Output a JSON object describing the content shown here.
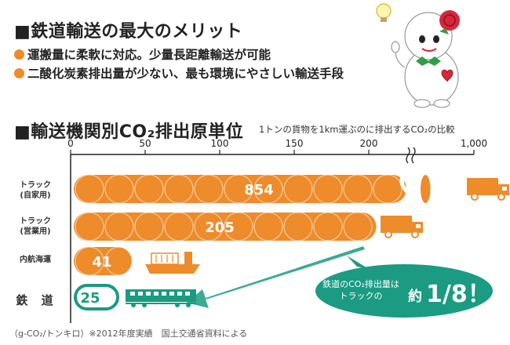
{
  "heading_merit": "■鉄道輸送の最大のメリット",
  "bullets": [
    "運搬量に柔軟に対応。少量長距離輸送が可能",
    "二酸化炭素排出量が少ない、最も環境にやさしい輸送手段"
  ],
  "heading_chart": "■輸送機関別CO₂排出原単位",
  "subtitle": "1トンの貨物を1km運ぶのに排出するCO₂の比較",
  "footnote": "（g-CO₂/トンキロ）※2012年度実績　国土交通省資料による",
  "callout": {
    "line1": "鉄道のCO₂排出量は",
    "line2": "トラックの",
    "emphasis_prefix": "約",
    "emphasis": "1/8！"
  },
  "colors": {
    "orange": "#ee8b2a",
    "teal": "#1a9b82",
    "dark_teal": "#0f7c66",
    "axis": "#222222"
  },
  "chart_data": {
    "type": "bar",
    "xlim": [
      0,
      1000
    ],
    "axis_break": [
      220,
      800
    ],
    "xticks": [
      "0",
      "50",
      "100",
      "150",
      "200",
      "1,000"
    ],
    "xtick_values": [
      0,
      50,
      100,
      150,
      200,
      1000
    ],
    "categories": [
      {
        "label": "トラック\n(自家用)",
        "value": 854,
        "icon": "truck-icon"
      },
      {
        "label": "トラック\n(営業用)",
        "value": 205,
        "icon": "truck-icon"
      },
      {
        "label": "内航海運",
        "value": 41,
        "icon": "ship-icon"
      },
      {
        "label": "鉄 道",
        "value": 25,
        "icon": "train-icon"
      }
    ]
  }
}
